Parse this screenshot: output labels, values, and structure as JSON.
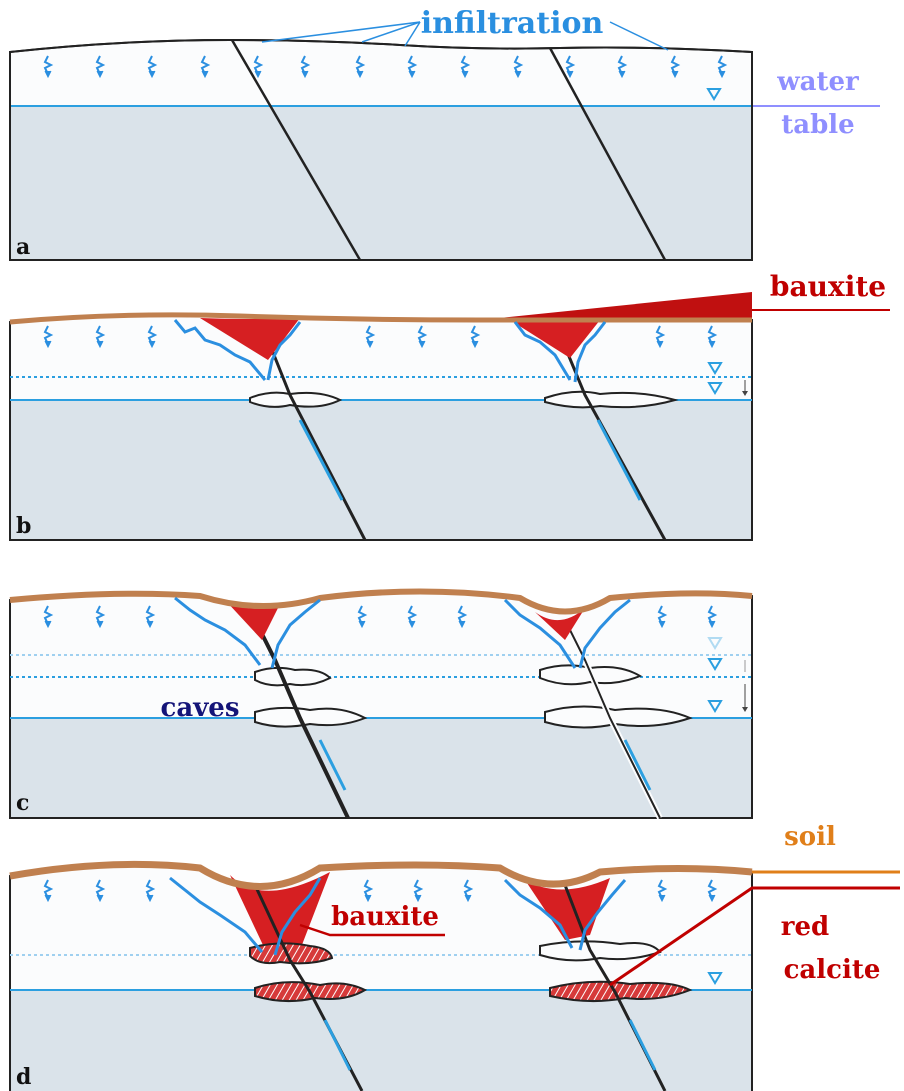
{
  "labels": {
    "infiltration": "infiltration",
    "water": "water",
    "table": "table",
    "bauxite_b": "bauxite",
    "caves": "caves",
    "soil": "soil",
    "bauxite_d": "bauxite",
    "red": "red",
    "calcite": "calcite"
  },
  "panels": {
    "a": "a",
    "b": "b",
    "c": "c",
    "d": "d"
  },
  "colors": {
    "rock": "#dae3ea",
    "vadose": "#fbfcfd",
    "water_line": "#2b9fe0",
    "infiltration_arrow": "#2b8fe0",
    "soil": "#c0804f",
    "bauxite": "#d61f22",
    "label_water": "#8f8fff",
    "label_infiltration": "#2a8fe0",
    "label_red": "#c00000",
    "label_soil": "#e07f1a",
    "label_caves": "#141478"
  }
}
